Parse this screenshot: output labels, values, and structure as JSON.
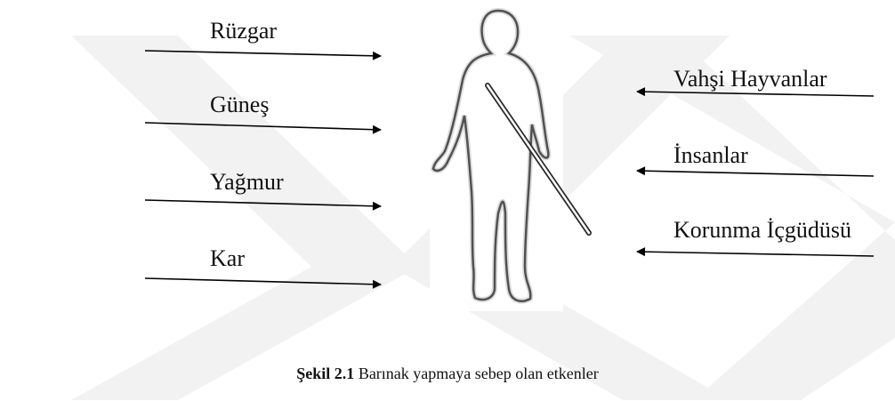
{
  "diagram": {
    "left_factors": [
      "Rüzgar",
      "Güneş",
      "Yağmur",
      "Kar"
    ],
    "right_factors": [
      "Vahşi Hayvanlar",
      "İnsanlar",
      "Korunma İçgüdüsü"
    ],
    "figure": "human-with-spear-silhouette"
  },
  "caption": {
    "number": "Şekil 2.1",
    "text": "Barınak yapmaya sebep olan etkenler"
  },
  "colors": {
    "arrow": "#000000",
    "text": "#111111",
    "watermark": "#f1f1f1",
    "outline": "#3a3a3a"
  }
}
